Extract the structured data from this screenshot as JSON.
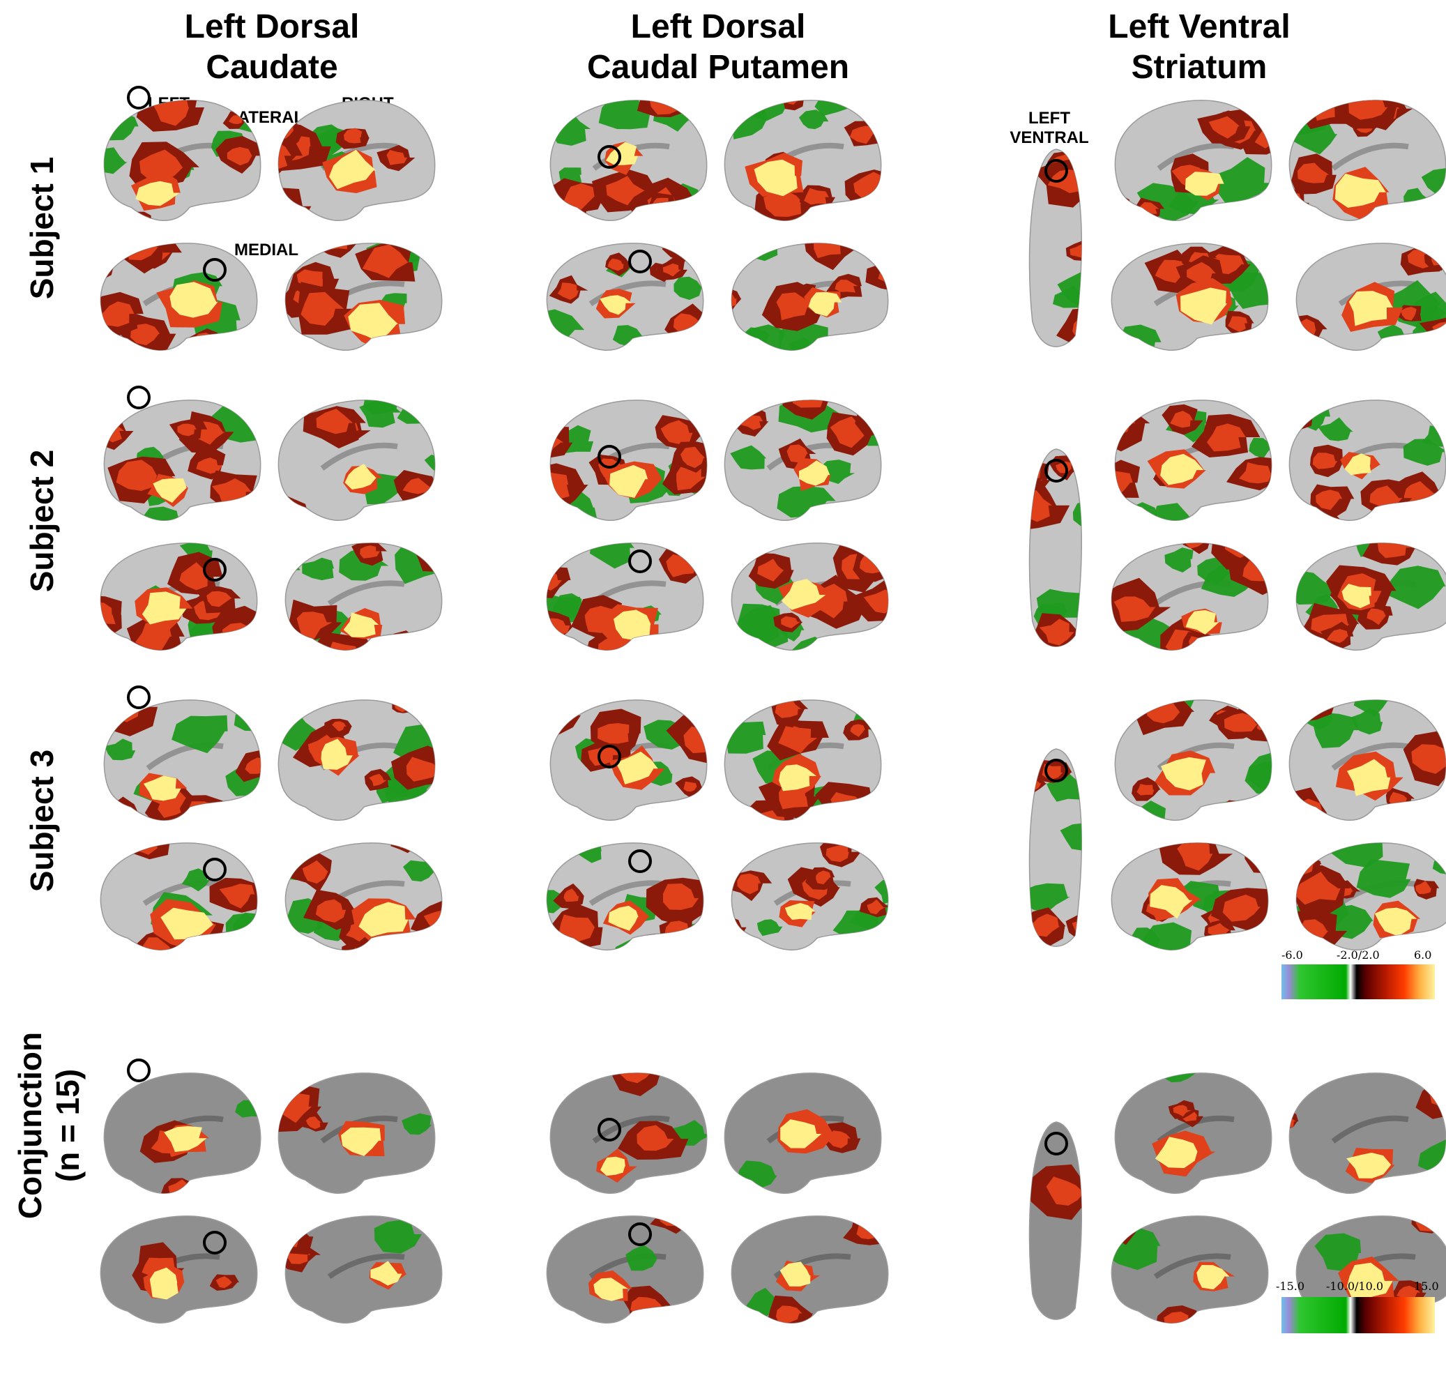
{
  "columns": [
    {
      "line1": "Left Dorsal",
      "line2": "Caudate"
    },
    {
      "line1": "Left Dorsal",
      "line2": "Caudal Putamen"
    },
    {
      "line1": "Left Ventral",
      "line2": "Striatum"
    }
  ],
  "rows": [
    {
      "label": "Subject 1"
    },
    {
      "label": "Subject 2"
    },
    {
      "label": "Subject 3"
    },
    {
      "line1": "Conjunction",
      "line2": "(n = 15)"
    }
  ],
  "view_labels": {
    "left": "LEFT",
    "lateral": "LATERAL",
    "right": "RIGHT",
    "medial": "MEDIAL",
    "left_ventral_line1": "LEFT",
    "left_ventral_line2": "VENTRAL"
  },
  "colorbars": [
    {
      "neg_min": "-6.0",
      "mid": "-2.0/2.0",
      "pos_max": "6.0"
    },
    {
      "neg_min": "-15.0",
      "mid": "-10.0/10.0",
      "pos_max": "15.0"
    }
  ],
  "colors": {
    "subject_surface": "#c4c4c4",
    "conjunction_surface": "#8f8f8f",
    "positive_low": "#8b1a0a",
    "positive_mid": "#e0401a",
    "positive_high": "#fff08a",
    "negative_low": "#1f9b1f",
    "negative_high": "#5fc0e8"
  }
}
